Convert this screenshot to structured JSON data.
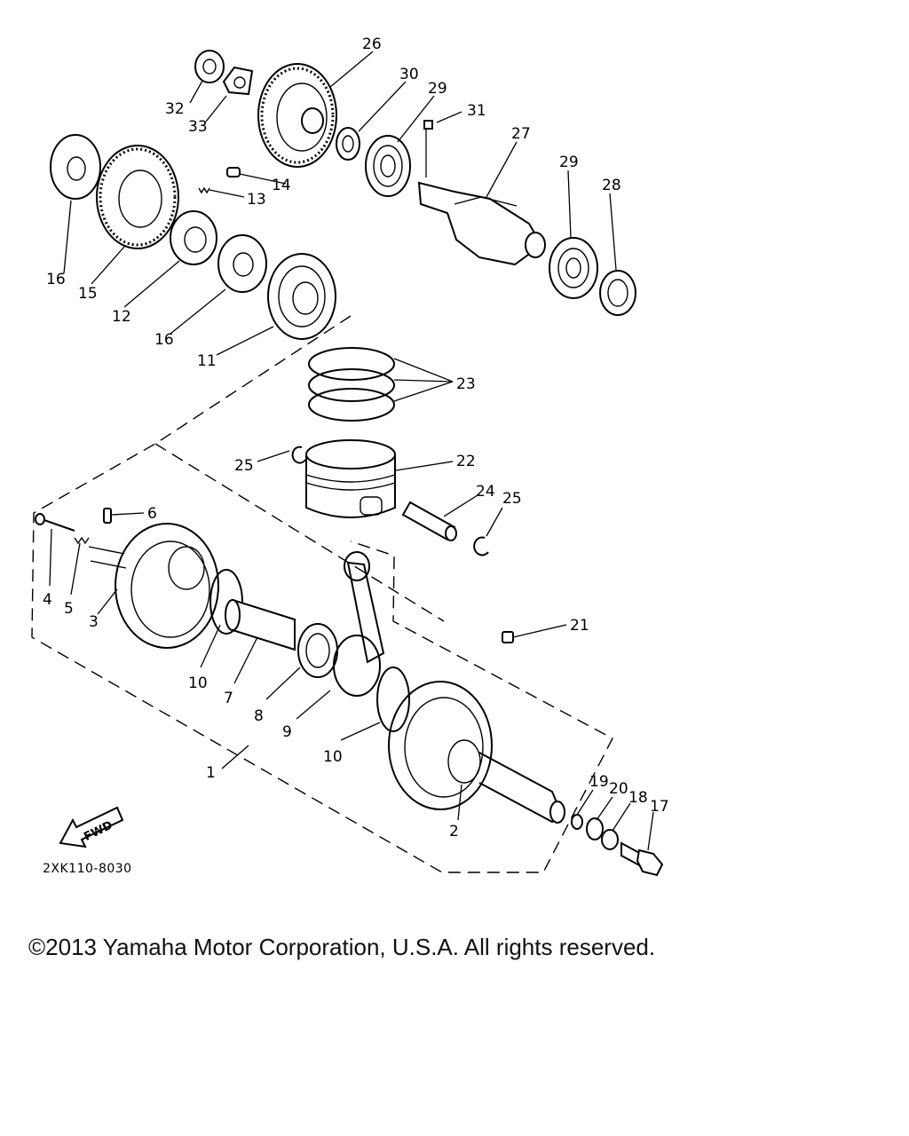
{
  "diagram": {
    "labels": [
      "1",
      "2",
      "3",
      "4",
      "5",
      "6",
      "7",
      "8",
      "9",
      "10",
      "10",
      "11",
      "12",
      "13",
      "14",
      "15",
      "16",
      "16",
      "17",
      "18",
      "19",
      "20",
      "21",
      "22",
      "23",
      "24",
      "25",
      "25",
      "26",
      "27",
      "28",
      "29",
      "29",
      "30",
      "31",
      "32",
      "33"
    ],
    "part_code": "2XK110-8030",
    "fwd_label": "FWD"
  },
  "footer": {
    "copyright": "©2013 Yamaha Motor Corporation, U.S.A. All rights reserved."
  }
}
